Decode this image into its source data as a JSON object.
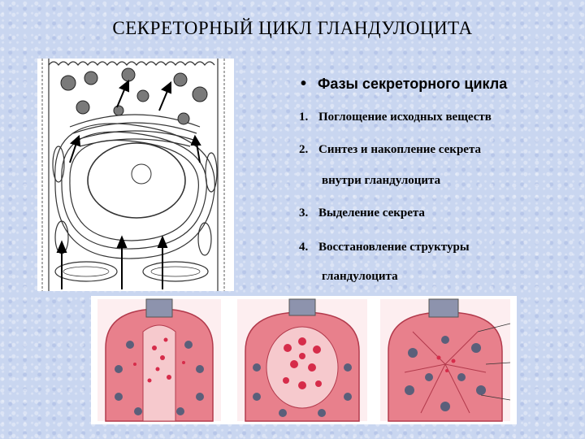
{
  "title": "СЕКРЕТОРНЫЙ ЦИКЛ ГЛАНДУЛОЦИТА",
  "phases_heading": "Фазы секреторного цикла",
  "bullet": "•",
  "phases": [
    {
      "num": "1.",
      "line1": "Поглощение исходных веществ",
      "line2": ""
    },
    {
      "num": "2.",
      "line1": "Синтез и накопление секрета",
      "line2": "внутри гландулоцита"
    },
    {
      "num": "3.",
      "line1": "Выделение секрета",
      "line2": ""
    },
    {
      "num": "4.",
      "line1": "Восстановление структуры",
      "line2": "гландулоцита"
    }
  ],
  "colors": {
    "background": "#c9d6f0",
    "cell_red": "#e8808c",
    "cell_pink": "#f6c9cd",
    "nucleus": "#5b5f7a",
    "secretion": "#d62c4a"
  }
}
